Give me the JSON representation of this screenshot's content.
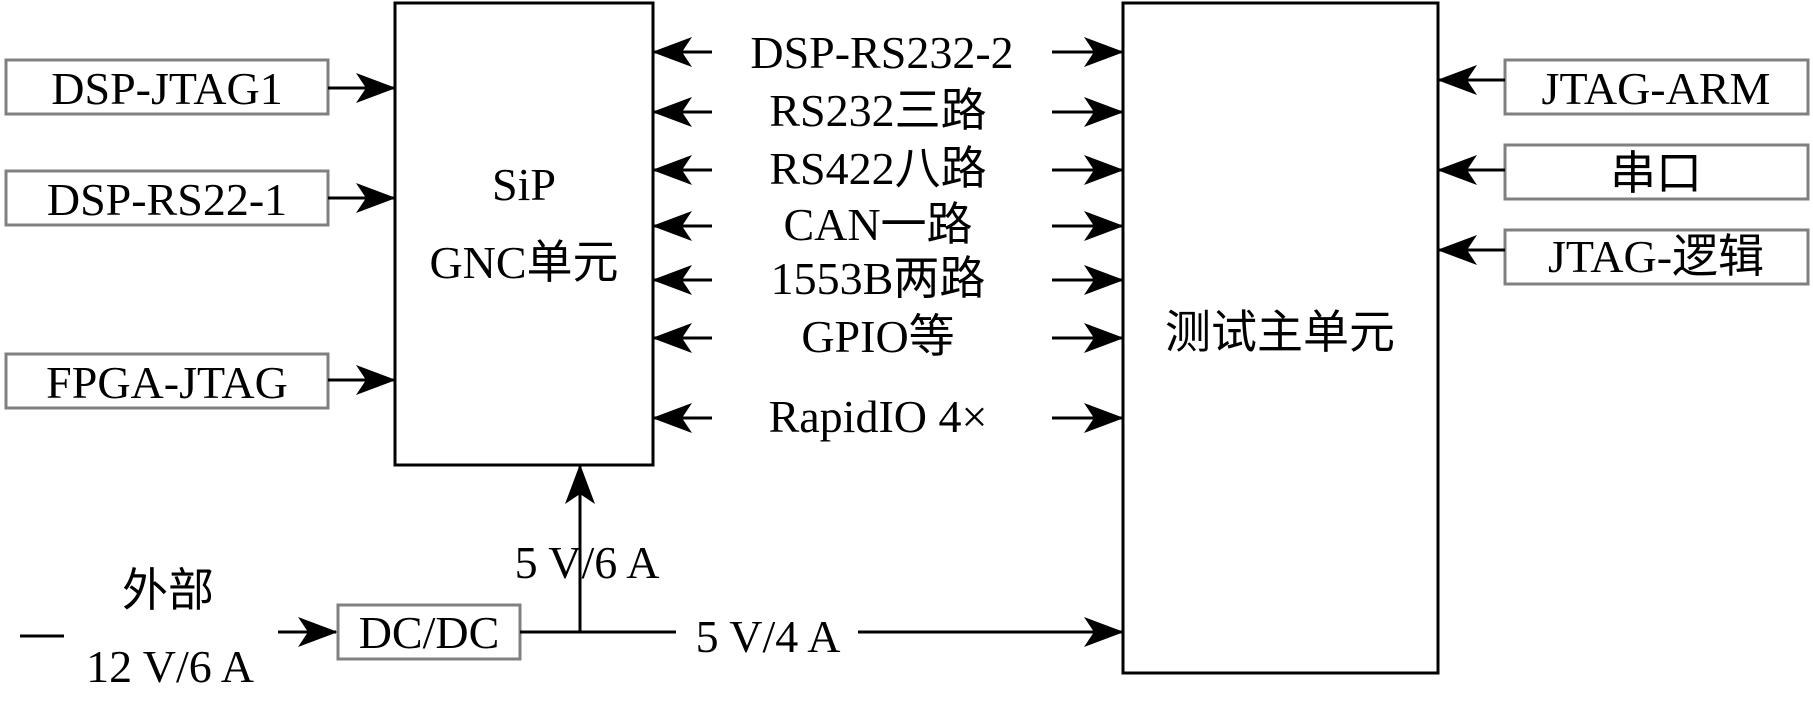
{
  "units": {
    "sip_line1": "SiP",
    "sip_line2": "GNC单元",
    "test": "测试主单元",
    "dcdc": "DC/DC"
  },
  "left_inputs": [
    "DSP-JTAG1",
    "DSP-RS22-1",
    "FPGA-JTAG"
  ],
  "right_inputs": [
    "JTAG-ARM",
    "串口",
    "JTAG-逻辑"
  ],
  "interfaces": [
    "DSP-RS232-2",
    "RS232三路",
    "RS422八路",
    "CAN一路",
    "1553B两路",
    "GPIO等",
    "RapidIO 4×"
  ],
  "power": {
    "external_line1": "外部",
    "external_line2": "12 V/6 A",
    "to_sip": "5 V/6 A",
    "to_test": "5 V/4 A"
  },
  "colors": {
    "box_border": "#000000",
    "input_border": "#808080"
  }
}
